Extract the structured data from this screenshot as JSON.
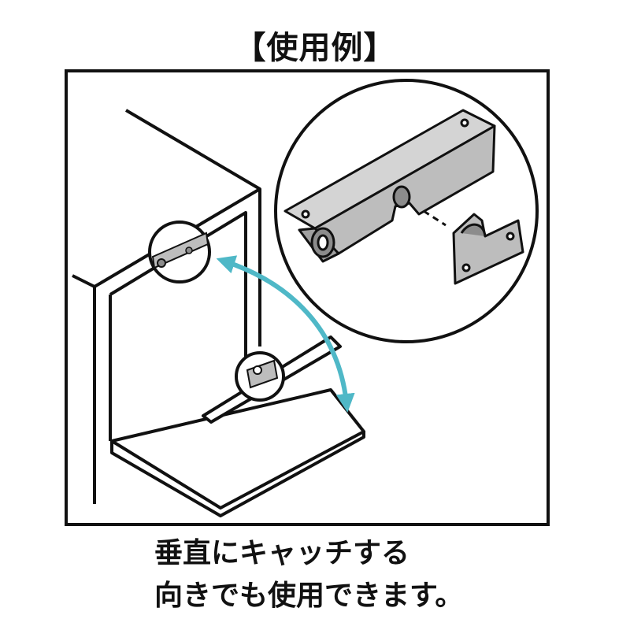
{
  "title": "【使用例】",
  "caption": {
    "line1": "垂直にキャッチする",
    "line2": "向きでも使用できます。"
  },
  "icons": {
    "magnifier": "zoom-circle-icon",
    "arrow": "swing-arrow-icon"
  },
  "colors": {
    "line": "#111111",
    "metal": "#bdbdbd",
    "metal_dark": "#8c8c8c",
    "arrow": "#4fb8c7",
    "background": "#ffffff"
  }
}
